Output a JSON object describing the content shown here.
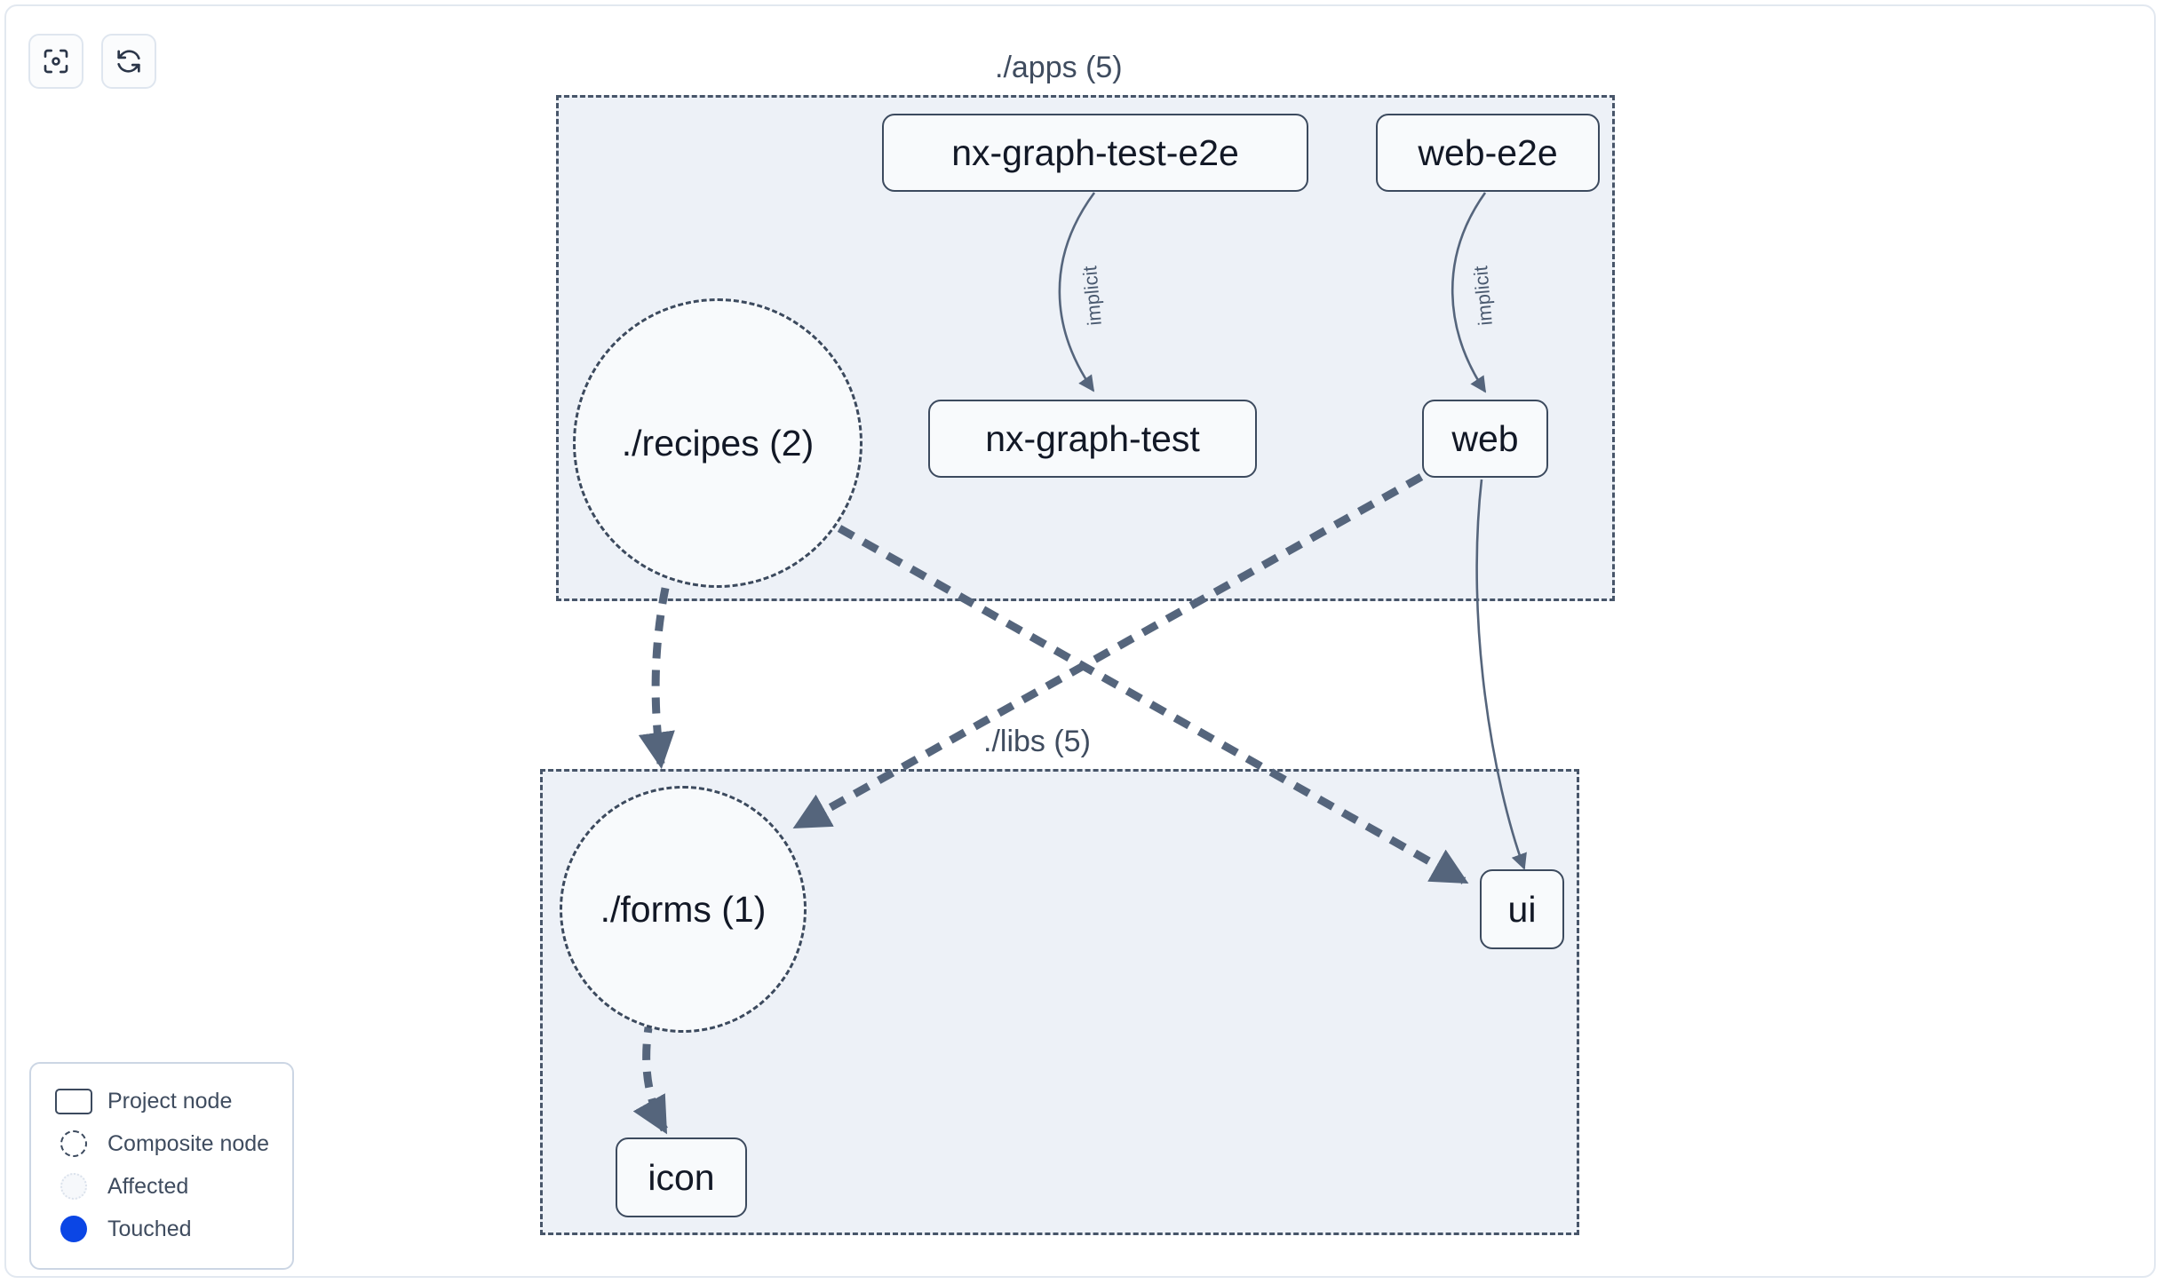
{
  "toolbar": {
    "buttons": [
      {
        "name": "focus-graph-button",
        "icon": "focus-target-icon",
        "label": ""
      },
      {
        "name": "refresh-graph-button",
        "icon": "refresh-icon",
        "label": ""
      }
    ]
  },
  "graph": {
    "groups": [
      {
        "id": "apps",
        "label": "./apps (5)"
      },
      {
        "id": "libs",
        "label": "./libs (5)"
      }
    ],
    "nodes": [
      {
        "id": "nx-graph-test-e2e",
        "label": "nx-graph-test-e2e",
        "type": "project"
      },
      {
        "id": "web-e2e",
        "label": "web-e2e",
        "type": "project"
      },
      {
        "id": "nx-graph-test",
        "label": "nx-graph-test",
        "type": "project"
      },
      {
        "id": "web",
        "label": "web",
        "type": "project"
      },
      {
        "id": "recipes",
        "label": "./recipes (2)",
        "type": "composite"
      },
      {
        "id": "forms",
        "label": "./forms (1)",
        "type": "composite"
      },
      {
        "id": "ui",
        "label": "ui",
        "type": "project"
      },
      {
        "id": "icon",
        "label": "icon",
        "type": "project"
      }
    ],
    "edges": [
      {
        "from": "nx-graph-test-e2e",
        "to": "nx-graph-test",
        "label": "implicit",
        "style": "solid"
      },
      {
        "from": "web-e2e",
        "to": "web",
        "label": "implicit",
        "style": "solid"
      },
      {
        "from": "web",
        "to": "ui",
        "label": "",
        "style": "solid"
      },
      {
        "from": "recipes",
        "to": "forms",
        "label": "",
        "style": "dashed"
      },
      {
        "from": "recipes",
        "to": "ui",
        "label": "",
        "style": "dashed"
      },
      {
        "from": "web",
        "to": "forms",
        "label": "",
        "style": "dashed"
      },
      {
        "from": "forms",
        "to": "icon",
        "label": "",
        "style": "dashed"
      }
    ]
  },
  "legend": {
    "items": [
      {
        "swatch": "project-node-swatch",
        "label": "Project node"
      },
      {
        "swatch": "composite-node-swatch",
        "label": "Composite node"
      },
      {
        "swatch": "affected-node-swatch",
        "label": "Affected"
      },
      {
        "swatch": "touched-node-swatch",
        "label": "Touched"
      }
    ]
  },
  "colors": {
    "group_fill": "#edf1f7",
    "group_border": "#475569",
    "node_fill": "#f8fafc",
    "node_border": "#3c4a5e",
    "edge": "#4e5d73",
    "touched": "#0b46e5",
    "panel_border": "#e2e8f0"
  }
}
